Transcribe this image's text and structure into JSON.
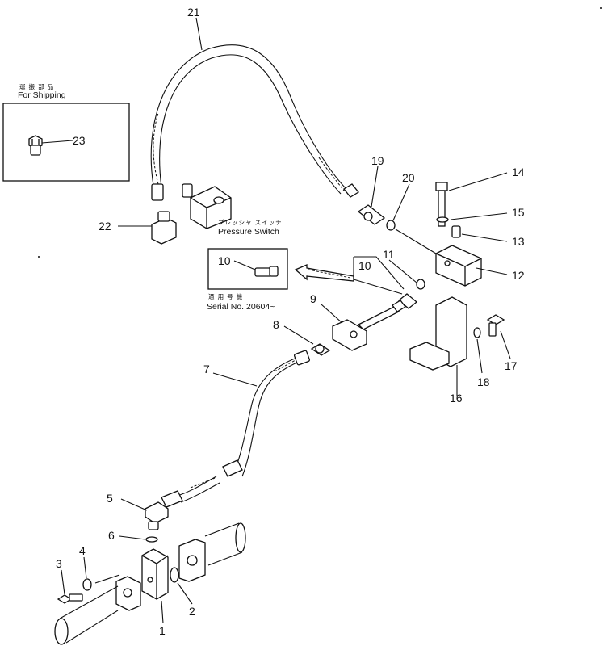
{
  "captions": {
    "shipping_jp": "運 搬 部 品",
    "shipping_en": "For Shipping",
    "pressure_switch_jp": "プレッシャ スイッチ",
    "pressure_switch_en": "Pressure Switch",
    "serial_jp": "適 用 号 機",
    "serial_en": "Serial No. 20604~"
  },
  "callouts": [
    {
      "id": "c1",
      "label": "1"
    },
    {
      "id": "c2",
      "label": "2"
    },
    {
      "id": "c3",
      "label": "3"
    },
    {
      "id": "c4",
      "label": "4"
    },
    {
      "id": "c5",
      "label": "5"
    },
    {
      "id": "c6",
      "label": "6"
    },
    {
      "id": "c7",
      "label": "7"
    },
    {
      "id": "c8",
      "label": "8"
    },
    {
      "id": "c9",
      "label": "9"
    },
    {
      "id": "c10a",
      "label": "10"
    },
    {
      "id": "c10b",
      "label": "10"
    },
    {
      "id": "c11",
      "label": "11"
    },
    {
      "id": "c12",
      "label": "12"
    },
    {
      "id": "c13",
      "label": "13"
    },
    {
      "id": "c14",
      "label": "14"
    },
    {
      "id": "c15",
      "label": "15"
    },
    {
      "id": "c16",
      "label": "16"
    },
    {
      "id": "c17",
      "label": "17"
    },
    {
      "id": "c18",
      "label": "18"
    },
    {
      "id": "c19",
      "label": "19"
    },
    {
      "id": "c20",
      "label": "20"
    },
    {
      "id": "c21",
      "label": "21"
    },
    {
      "id": "c22",
      "label": "22"
    },
    {
      "id": "c23",
      "label": "23"
    }
  ]
}
